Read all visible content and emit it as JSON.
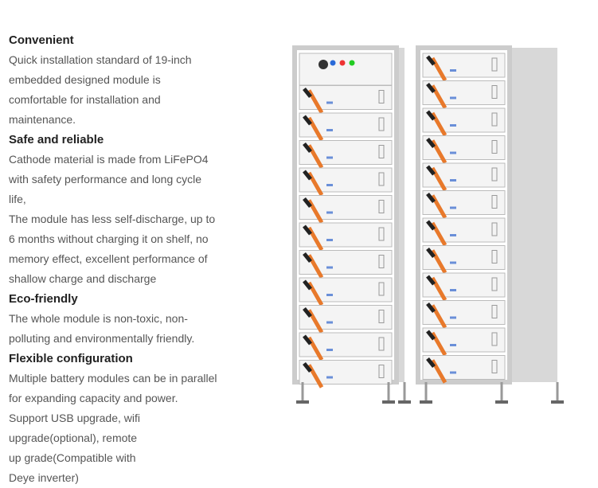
{
  "sections": [
    {
      "heading": "Convenient",
      "lines": [
        "Quick installation standard of 19-inch",
        "embedded designed module is",
        "comfortable for installation and",
        "maintenance."
      ]
    },
    {
      "heading": "Safe and reliable",
      "lines": [
        "Cathode material is made from LiFePO4",
        "with safety performance and long cycle",
        "life,",
        "The module has less self-discharge, up to",
        "6 months without charging it on shelf, no",
        "memory effect, excellent performance of",
        "shallow charge and discharge"
      ]
    },
    {
      "heading": "Eco-friendly",
      "lines": [
        "The whole module is non-toxic, non-",
        "polluting and environmentally friendly."
      ]
    },
    {
      "heading": "Flexible configuration",
      "lines": [
        "Multiple battery modules can be in parallel",
        "for expanding capacity and power.",
        "Support USB upgrade, wifi",
        "upgrade(optional), remote",
        "up grade(Compatible with",
        "Deye inverter)"
      ]
    }
  ],
  "colors": {
    "accent": "#e8792b",
    "frame": "#e6e6e6",
    "module": "#f4f4f4"
  }
}
